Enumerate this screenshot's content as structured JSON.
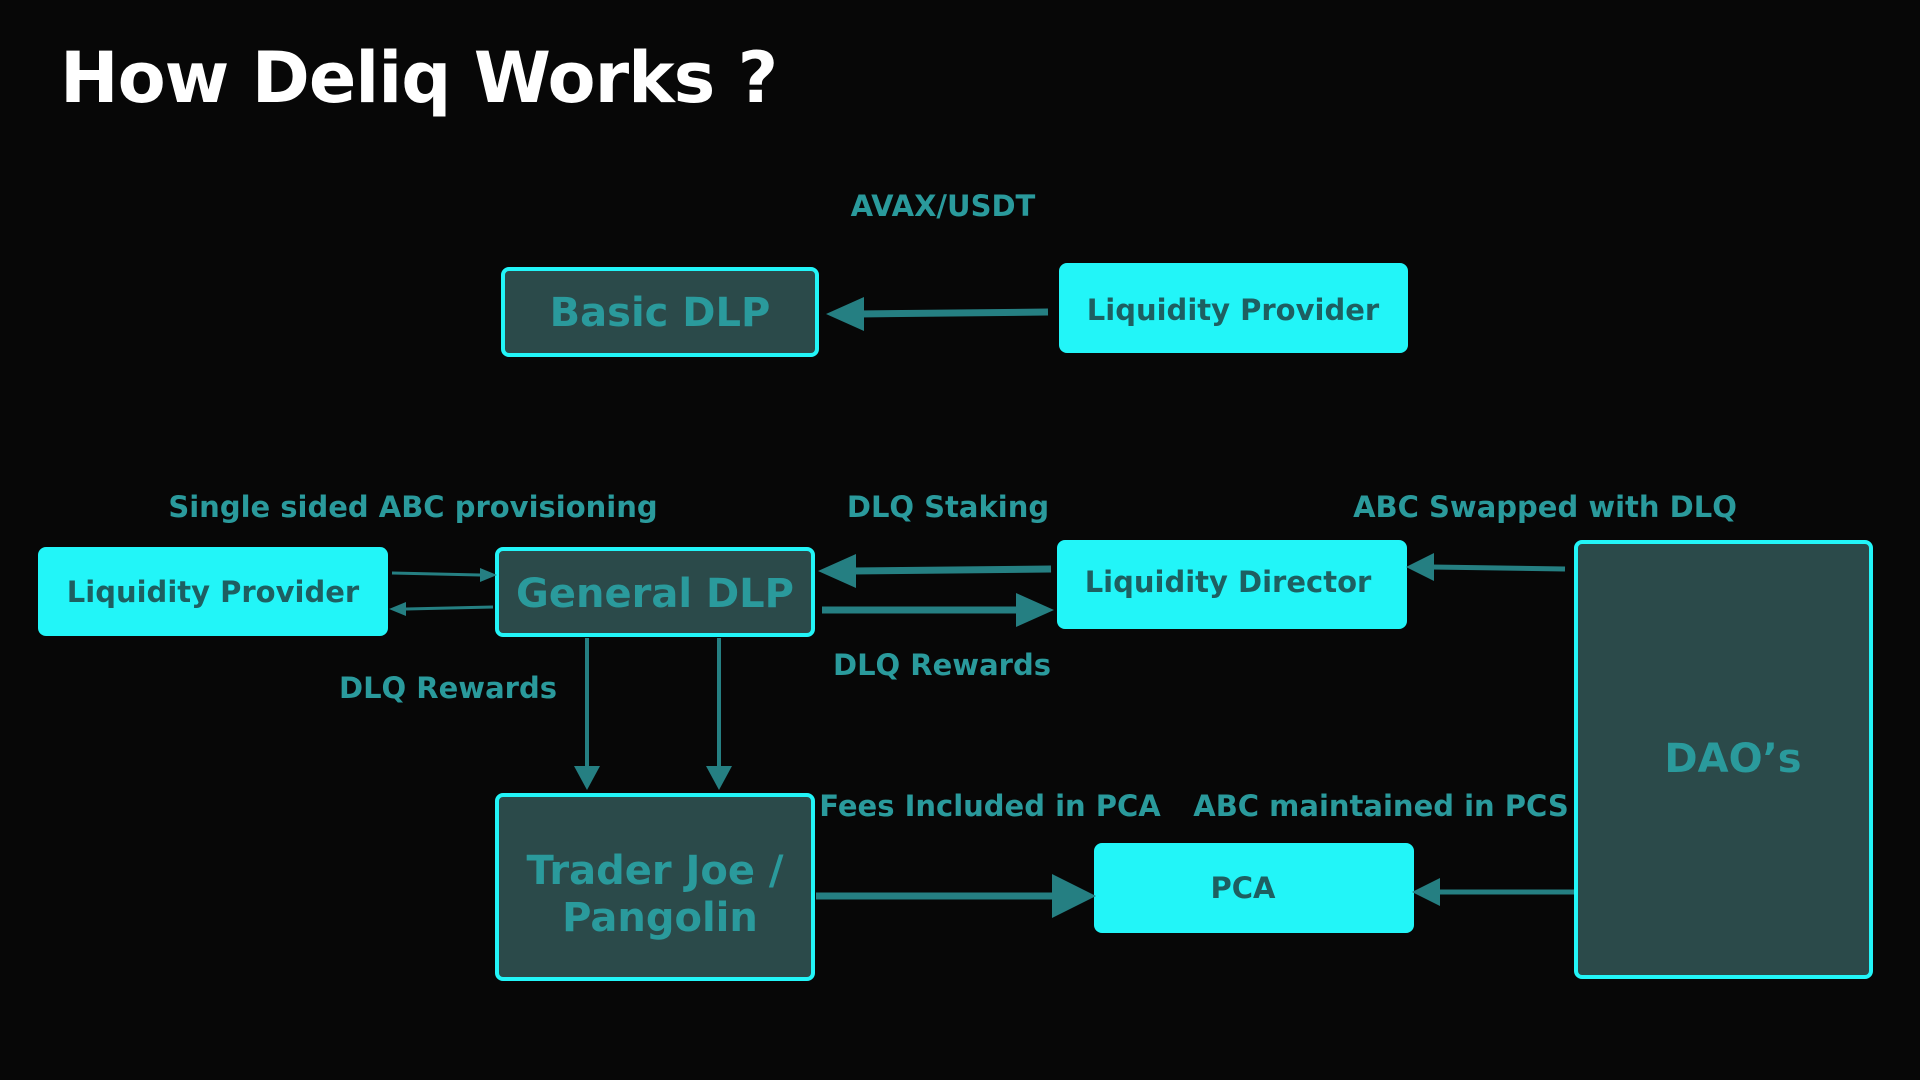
{
  "title": "How Deliq Works ?",
  "colors": {
    "background": "#070707",
    "dark_box_fill": "#2b4a4a",
    "box_border": "#22f5f8",
    "bright_box_fill": "#22f5f8",
    "dark_box_text": "#2a9a9c",
    "bright_box_text": "#1e5f61",
    "label_text": "#2a9a9c",
    "arrow": "#257f82"
  },
  "nodes": {
    "basic_dlp": "Basic DLP",
    "liquidity_provider_top": "Liquidity Provider",
    "liquidity_provider_left": "Liquidity Provider",
    "general_dlp": "General DLP",
    "liquidity_director": "Liquidity Director",
    "daos": "DAO’s",
    "trader_joe_line1": "Trader Joe /",
    "trader_joe_line2": "Pangolin",
    "pca": "PCA"
  },
  "labels": {
    "avax_usdt": "AVAX/USDT",
    "single_sided": "Single sided ABC provisioning",
    "dlq_staking": "DLQ Staking",
    "abc_swapped": "ABC Swapped with DLQ",
    "dlq_rewards_left": "DLQ Rewards",
    "dlq_rewards_mid": "DLQ Rewards",
    "fees_included": "Fees Included in PCA",
    "abc_maintained": "ABC maintained in PCS"
  }
}
